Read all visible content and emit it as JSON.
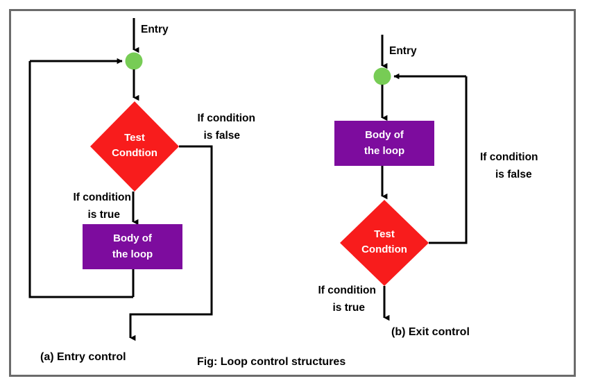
{
  "figure": {
    "caption": "Fig: Loop control structures",
    "border_color": "#6b6b6b",
    "background": "#ffffff"
  },
  "palette": {
    "decision_fill": "#F81C1C",
    "process_fill": "#7D0C9E",
    "connector_fill": "#77CC55",
    "line_color": "#000000",
    "shape_text": "#ffffff",
    "label_text": "#000000"
  },
  "diagrams": [
    {
      "id": "entry-control",
      "caption": "(a) Entry control",
      "entry_label": "Entry",
      "connector": {
        "name": "loop-connector-node",
        "shape": "circle"
      },
      "decision": {
        "line1": "Test",
        "line2": "Condtion",
        "shape": "diamond"
      },
      "process": {
        "line1": "Body of",
        "line2": "the loop",
        "shape": "rectangle"
      },
      "true_branch": {
        "line1": "If condition",
        "line2": "is true"
      },
      "false_branch": {
        "line1": "If condition",
        "line2": "is false"
      }
    },
    {
      "id": "exit-control",
      "caption": "(b) Exit control",
      "entry_label": "Entry",
      "connector": {
        "name": "loop-connector-node",
        "shape": "circle"
      },
      "process": {
        "line1": "Body of",
        "line2": "the loop",
        "shape": "rectangle"
      },
      "decision": {
        "line1": "Test",
        "line2": "Condtion",
        "shape": "diamond"
      },
      "true_branch": {
        "line1": "If condition",
        "line2": "is true"
      },
      "false_branch": {
        "line1": "If condition",
        "line2": "is false"
      }
    }
  ]
}
